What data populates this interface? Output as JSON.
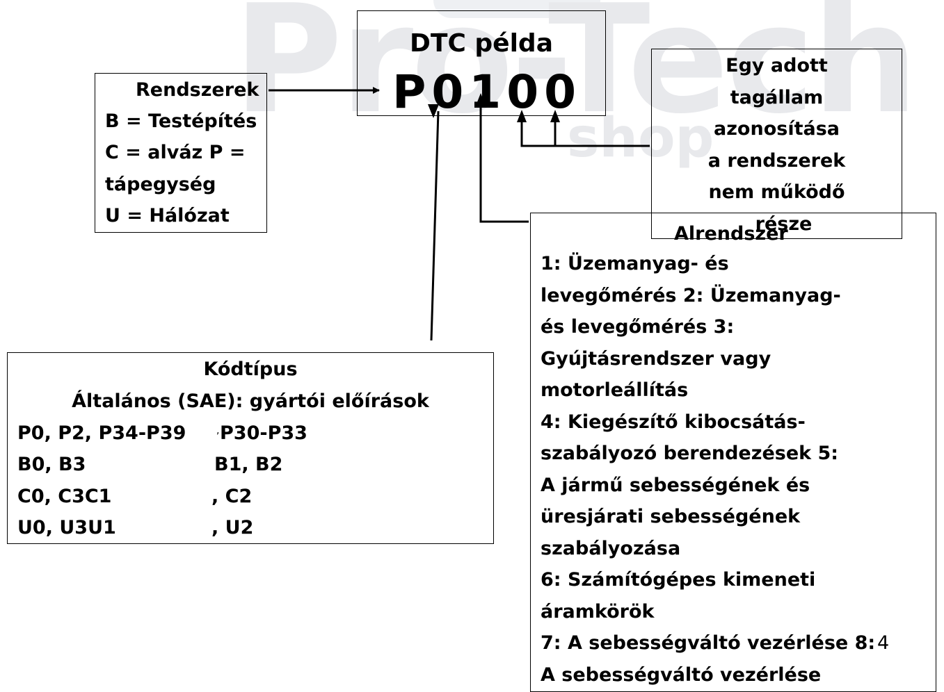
{
  "watermark": {
    "main": "Pro-Tech",
    "sub": "shop"
  },
  "dtc": {
    "title": "DTC példa",
    "code": "P0100"
  },
  "systems": {
    "lines": [
      "Rendszerek",
      "B = Testépítés",
      "C = alváz P =",
      "tápegység",
      "U = Hálózat"
    ]
  },
  "fault": {
    "lines": [
      "Egy adott",
      "tagállam",
      "azonosítása",
      "a rendszerek",
      "nem működő",
      "része"
    ]
  },
  "code_type": {
    "title": "Kódtípus",
    "subtitle": "Általános (SAE): gyártói előírások",
    "rows": [
      {
        "generic": "P0, P2, P34-P39",
        "sep": ",",
        "mfr": "P30-P33"
      },
      {
        "generic": "B0, B3",
        "sep": "",
        "mfr": "B1, B2"
      },
      {
        "generic": "C0, C3C1",
        "sep": "",
        "mfr": ", C2"
      },
      {
        "generic": "U0, U3U1",
        "sep": "",
        "mfr": ", U2"
      }
    ]
  },
  "subsystem": {
    "title": "Alrendszer",
    "lines": [
      "1: Üzemanyag- és",
      "levegőmérés 2: Üzemanyag-",
      "és levegőmérés 3:",
      "Gyújtásrendszer vagy",
      "motorleállítás",
      "4: Kiegészítő kibocsátás-",
      "szabályozó berendezések 5:",
      "A jármű sebességének és",
      "üresjárati sebességének",
      "szabályozása",
      "6: Számítógépes kimeneti",
      "áramkörök",
      "7: A sebességváltó vezérlése 8:",
      "A sebességváltó vezérlése"
    ],
    "page_number": "4"
  }
}
